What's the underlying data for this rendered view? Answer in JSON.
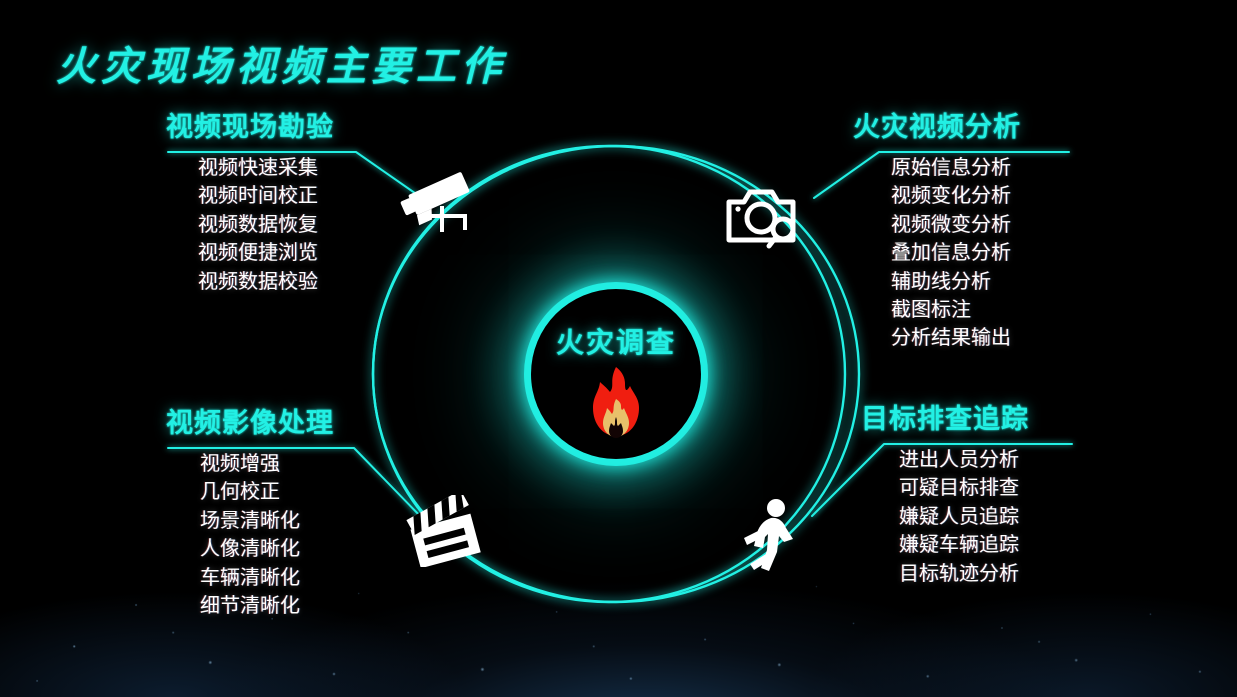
{
  "slide": {
    "title": "火灾现场视频主要工作",
    "accent_color": "#22F0E4",
    "background_color": "#000000",
    "text_color": "#FFFFFF"
  },
  "center": {
    "label": "火灾调查",
    "icon": "flame-icon",
    "flame_outer_color": "#F01E10",
    "flame_inner_color": "#E8C06A",
    "glow_color": "#22F0E4"
  },
  "ring_icons": [
    {
      "name": "cctv-camera-icon",
      "position": "top-left"
    },
    {
      "name": "photo-camera-search-icon",
      "position": "top-right"
    },
    {
      "name": "film-clapperboard-icon",
      "position": "bottom-left"
    },
    {
      "name": "running-person-icon",
      "position": "bottom-right"
    }
  ],
  "quadrants": {
    "top_left": {
      "heading": "视频现场勘验",
      "items": [
        "视频快速采集",
        "视频时间校正",
        "视频数据恢复",
        "视频便捷浏览",
        "视频数据校验"
      ]
    },
    "top_right": {
      "heading": "火灾视频分析",
      "items": [
        "原始信息分析",
        "视频变化分析",
        "视频微变分析",
        "叠加信息分析",
        "辅助线分析",
        "截图标注",
        "分析结果输出"
      ]
    },
    "bottom_left": {
      "heading": "视频影像处理",
      "items": [
        "视频增强",
        "几何校正",
        "场景清晰化",
        "人像清晰化",
        "车辆清晰化",
        "细节清晰化"
      ]
    },
    "bottom_right": {
      "heading": "目标排查追踪",
      "items": [
        "进出人员分析",
        "可疑目标排查",
        "嫌疑人员追踪",
        "嫌疑车辆追踪",
        "目标轨迹分析"
      ]
    }
  }
}
